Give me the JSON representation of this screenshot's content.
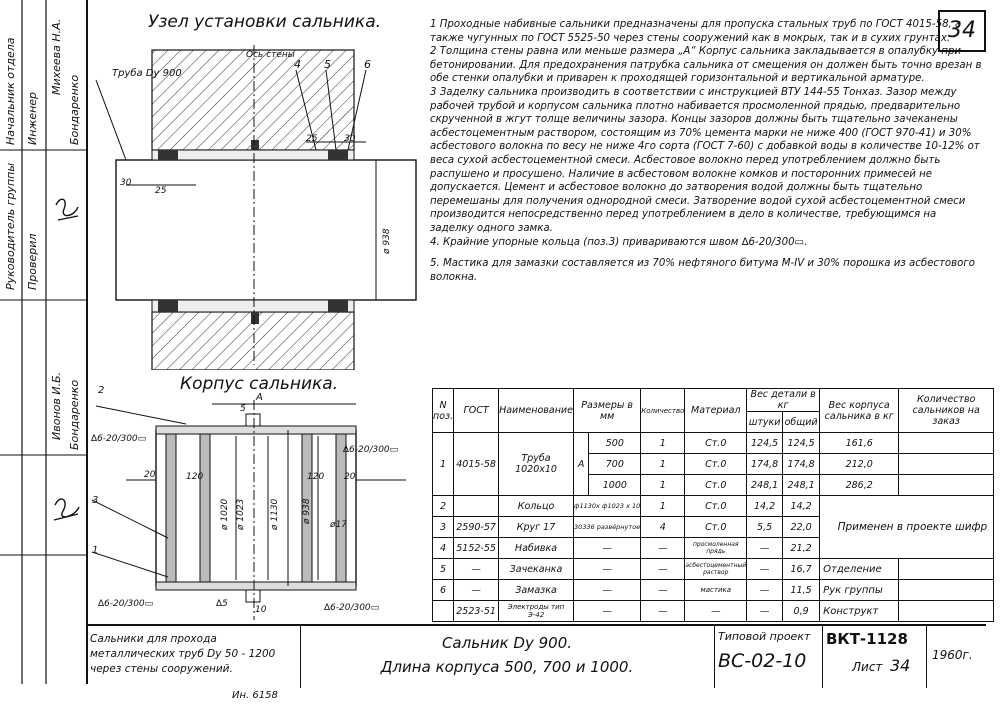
{
  "sheet_number": "34",
  "section_title_1": "Узел установки сальника.",
  "section_title_2": "Корпус сальника.",
  "view_labels": {
    "pipe": "Труба Dу 900",
    "wall_axis": "Ось стены",
    "callouts_top": [
      "4",
      "5",
      "6"
    ],
    "dims_top": [
      "30",
      "25",
      "25",
      "30"
    ],
    "diam_top": "ø 938",
    "callouts_bottom": [
      "2",
      "3",
      "1"
    ],
    "weld_marks": [
      "∆6-20/300▭",
      "∆6-20/300▭",
      "∆6-20/300▭",
      "∆6-20/300▭"
    ],
    "small_weld": "∆5",
    "section_mark": "А",
    "dims_bottom": [
      "5",
      "20",
      "120",
      "120",
      "20",
      "10",
      "ø 1020",
      "ø 1023",
      "ø 1130",
      "ø 938",
      "ø17"
    ]
  },
  "notes": [
    "1 Проходные набивные сальники предназначены для пропуска стальных труб по ГОСТ 4015-58, а также чугунных по ГОСТ 5525-50 через стены сооружений как в мокрых, так и в сухих грунтах.",
    "2 Толщина стены равна или меньше размера „А“ Корпус сальника закладывается в опалубку при бетонировании. Для предохранения патрубка сальника от смещения он должен быть точно врезан в обе стенки опалубки и приварен к проходящей горизонтальной и вертикальной арматуре.",
    "3 Заделку сальника производить в соответствии с инструкцией ВТУ 144-55 Тонхаз. Зазор между рабочей трубой и корпусом сальника плотно набивается просмоленной прядью, предварительно скрученной в жгут толще величины зазора. Концы зазоров должны быть тщательно зачеканены асбестоцементным раствором, состоящим из 70% цемента марки не ниже 400 (ГОСТ 970-41) и 30% асбестового волокна по весу не ниже 4го сорта (ГОСТ 7-60) с добавкой воды в количестве 10-12% от веса сухой асбестоцементной смеси. Асбестовое волокно перед употреблением должно быть распушено и просушено. Наличие в асбестовом волокне комков и посторонних примесей не допускается. Цемент и асбестовое волокно до затворения водой должны быть тщательно перемешаны для получения однородной смеси. Затворение водой сухой асбестоцементной смеси производится непосредственно перед употреблением в дело в количестве, требующимся на заделку одного замка.",
    "4. Крайние упорные кольца (поз.3) привариваются швом ∆6-20/300▭.",
    "5. Мастика для замазки составляется из 70% нефтяного битума М-IV и 30% порошка из асбестового волокна."
  ],
  "table": {
    "headers": [
      "N поз.",
      "ГОСТ",
      "Наименование",
      "Размеры в мм",
      "Количество",
      "Материал",
      "Вес детали в кг",
      "Вес корпуса сальника в кг",
      "Количество сальников на заказ"
    ],
    "subheaders": [
      "штуки",
      "общий"
    ],
    "rows": [
      [
        "1",
        "4015-58",
        "Труба 1020x10",
        "А",
        "500",
        "1",
        "Ст.0",
        "124,5",
        "124,5",
        "161,6"
      ],
      [
        "",
        "",
        "",
        "",
        "700",
        "1",
        "Ст.0",
        "174,8",
        "174,8",
        "212,0"
      ],
      [
        "",
        "",
        "",
        "",
        "1000",
        "1",
        "Ст.0",
        "248,1",
        "248,1",
        "286,2"
      ],
      [
        "2",
        "",
        "Кольцо",
        "ф1130x ф1023 x 10",
        "1",
        "Ст.0",
        "14,2",
        "14,2"
      ],
      [
        "3",
        "2590-57",
        "Круг 17",
        "30336 развёрнутое",
        "4",
        "Ст.0",
        "5,5",
        "22,0"
      ],
      [
        "4",
        "5152-55",
        "Набивка",
        "—",
        "—",
        "просмоленная прядь",
        "—",
        "21,2"
      ],
      [
        "5",
        "—",
        "Зачеканка",
        "—",
        "—",
        "асбестоцементный раствор",
        "—",
        "16,7"
      ],
      [
        "6",
        "—",
        "Замазка",
        "—",
        "—",
        "мастика",
        "—",
        "11,5"
      ],
      [
        "",
        "2523-51",
        "Электроды тип Э-42",
        "—",
        "—",
        "—",
        "—",
        "0,9"
      ]
    ],
    "side_labels": [
      "Применен в проекте шифр",
      "Отделение",
      "Рук группы",
      "Конструкт"
    ]
  },
  "side_column": {
    "roles": [
      "Начальник отдела",
      "Руководитель группы",
      "Инженер",
      "Проверил"
    ],
    "names": [
      "Михеева Н.А.",
      "Бондаренко",
      "Ивонов И.Б.",
      "Бондаренко"
    ]
  },
  "title_block": {
    "desc_1": "Сальники для прохода металлических труб Dу 50 - 1200",
    "desc_2": "через стены сооружений.",
    "main_1": "Сальник Dу 900.",
    "main_2": "Длина корпуса 500, 700 и 1000.",
    "project_label": "Типовой проект",
    "project_code": "ВС-02-10",
    "code": "ВКТ-1128",
    "sheet_label": "Лист",
    "sheet_no": "34",
    "year": "1960г.",
    "inv": "Ин. 6158"
  }
}
